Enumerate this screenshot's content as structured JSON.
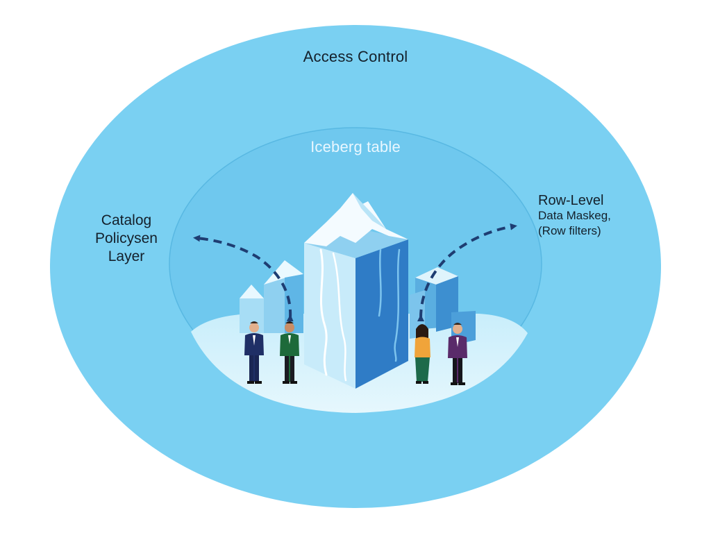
{
  "outer_ring": {
    "label": "Access Control",
    "color": "#7ad0f2"
  },
  "inner_ring": {
    "label": "Iceberg table",
    "color": "#6fc8ee"
  },
  "left_layer": {
    "lines": [
      "Catalog",
      "Policysen",
      "Layer"
    ]
  },
  "right_layer": {
    "lines": [
      "Row-Level",
      "Data Maskeg,",
      "(Row filters)"
    ]
  },
  "icons": [
    "iceberg-icon",
    "person-icon",
    "dashed-arrow-icon"
  ],
  "accent_colors": {
    "arrow": "#1e3d72",
    "iceberg_light": "#d9f2fb",
    "iceberg_dark": "#2f7cc6"
  }
}
